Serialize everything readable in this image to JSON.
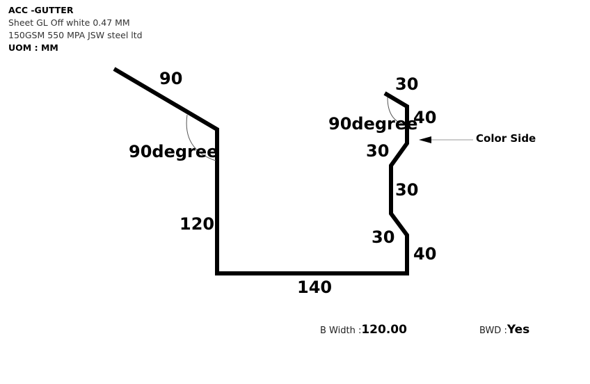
{
  "header": {
    "title": "ACC -GUTTER",
    "material_line1": "Sheet GL Off white 0.47 MM",
    "material_line2": "150GSM 550 MPA JSW steel ltd",
    "uom_label": "UOM :",
    "uom_value": "MM"
  },
  "drawing": {
    "dimensions": {
      "top_left_segment": "90",
      "left_vertical": "120",
      "bottom": "140",
      "right_top_lip": "30",
      "right_upper_vertical": "40",
      "right_upper_slant": "30",
      "right_middle_vertical": "30",
      "right_lower_slant": "30",
      "right_lower_vertical": "40"
    },
    "angles": {
      "left_angle": "90degree",
      "right_angle": "90degree"
    },
    "callout": "Color Side"
  },
  "footer": {
    "b_width_label": "B Width :",
    "b_width_value": "120.00",
    "bwd_label": "BWD :",
    "bwd_value": "Yes"
  }
}
